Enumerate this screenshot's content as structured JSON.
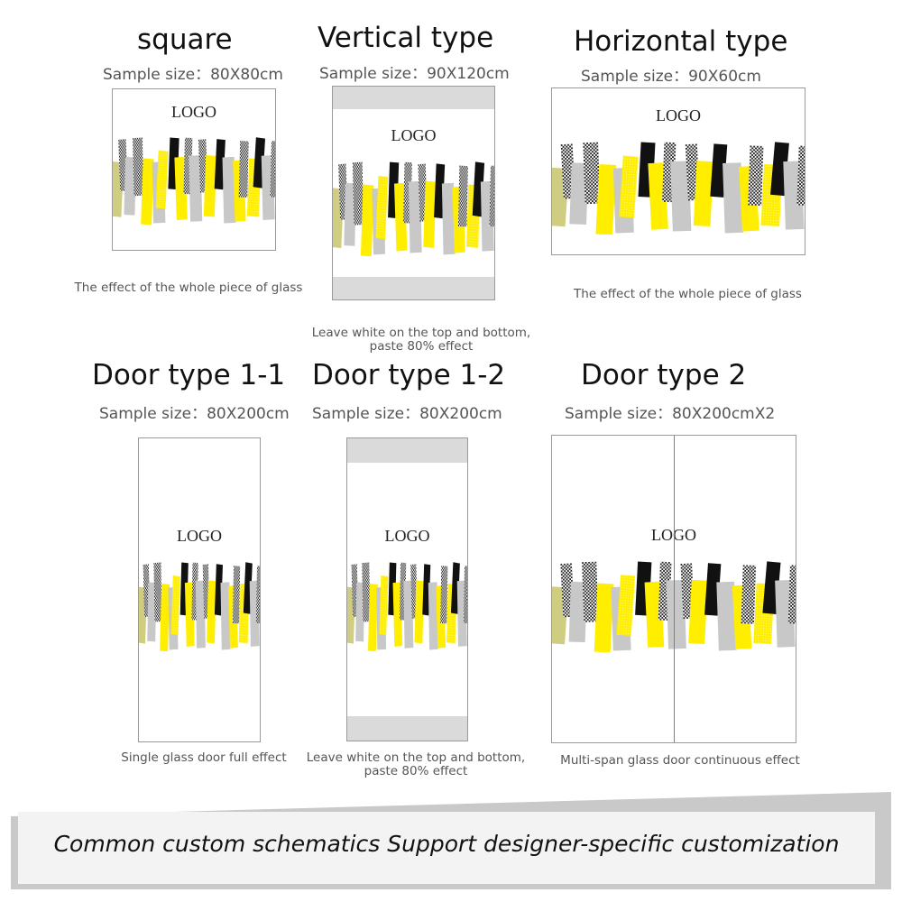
{
  "panels": [
    {
      "title": "square",
      "size": "Sample size：80X80cm",
      "logo": "LOGO",
      "caption": [
        "The effect of the whole piece of glass"
      ]
    },
    {
      "title": "Vertical type",
      "size": "Sample size：90X120cm",
      "logo": "LOGO",
      "caption": [
        "Leave white on the top and bottom,",
        "paste 80% effect"
      ]
    },
    {
      "title": "Horizontal type",
      "size": "Sample size：90X60cm",
      "logo": "LOGO",
      "caption": [
        "The effect of the whole piece of glass"
      ]
    },
    {
      "title": "Door type 1-1",
      "size": "Sample size：80X200cm",
      "logo": "LOGO",
      "caption": [
        "Single glass door full effect"
      ]
    },
    {
      "title": "Door type 1-2",
      "size": "Sample size：80X200cm",
      "logo": "LOGO",
      "caption": [
        "Leave white on the top and bottom,",
        "paste 80% effect"
      ]
    },
    {
      "title": "Door type 2",
      "size": "Sample size：80X200cmX2",
      "logo": "LOGO",
      "caption": [
        "Multi-span glass door continuous effect"
      ]
    }
  ],
  "banner": {
    "text": "Common custom schematics Support designer-specific customization"
  },
  "colors": {
    "yellow": "#ffee00",
    "gray": "#c8c8c8",
    "black": "#111111",
    "band": "#dadada",
    "divider": "#c96a2a"
  }
}
